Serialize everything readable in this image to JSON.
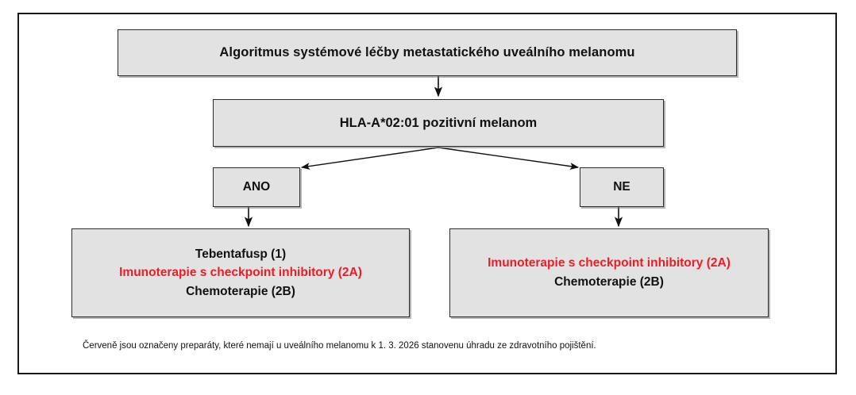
{
  "diagram": {
    "title_box": {
      "label": "Algoritmus systémové léčby metastatického uveálního melanomu"
    },
    "decision_box": {
      "label": "HLA-A*02:01 pozitivní melanom"
    },
    "branches": {
      "yes_label": "ANO",
      "no_label": "NE"
    },
    "treatment_left": {
      "lines": [
        {
          "text": "Tebentafusp (1)",
          "color": "black"
        },
        {
          "text": "Imunoterapie s checkpoint inhibitory (2A)",
          "color": "red"
        },
        {
          "text": "Chemoterapie (2B)",
          "color": "black"
        }
      ]
    },
    "treatment_right": {
      "lines": [
        {
          "text": "Imunoterapie s checkpoint inhibitory (2A)",
          "color": "red"
        },
        {
          "text": "Chemoterapie (2B)",
          "color": "black"
        }
      ]
    },
    "footnote": {
      "text": "Červeně jsou označeny preparáty, které nemají u uveálního melanomu k 1. 3. 2026 stanovenu úhradu ze zdravotního pojištění."
    },
    "colors": {
      "box_fill": "#e2e2e2",
      "box_border": "#2b2b2b",
      "frame": "#1a1a1a",
      "highlight_red": "#ed1c24",
      "text": "#111111"
    }
  }
}
